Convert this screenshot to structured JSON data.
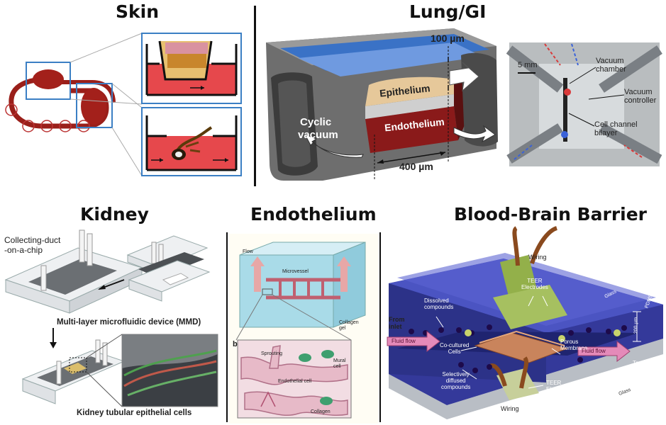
{
  "panels": {
    "skin": {
      "title": "Skin"
    },
    "lung": {
      "title": "Lung/GI",
      "dim_top": "100 µm",
      "dim_bottom": "400 µm",
      "epithelium": "Epithelium",
      "endothelium": "Endothelium",
      "cyclic": "Cyclic",
      "vacuum": "vacuum",
      "scale": "5 mm",
      "vacuum_chamber": "Vacuum\nchamber",
      "vacuum_controller": "Vacuum\ncontroller",
      "cell_channel": "Cell channel\nbilayer"
    },
    "kidney": {
      "title": "Kidney",
      "collecting_duct": "Collecting-duct\n-on-a-chip",
      "mmd": "Multi-layer microfluidic device (MMD)",
      "tubular": "Kidney tubular epithelial cells"
    },
    "endothelium": {
      "title": "Endothelium",
      "flow": "Flow",
      "microvessel": "Microvessel",
      "collagen_gel": "Collagen\ngel",
      "label_b": "b",
      "sprouting": "Sprouting",
      "mural_cell": "Mural\ncell",
      "endothelial_cell": "Endothelial cell",
      "collagen": "Collagen"
    },
    "bbb": {
      "title": "Blood-Brain Barrier",
      "wiring_top": "Wiring",
      "teer_top": "TEER\nElectrodes",
      "dissolved": "Dissolved\ncompounds",
      "glass_top": "Glass",
      "pdms": "PDMS",
      "height": "200 µm",
      "from_inlet": "From\ninlet",
      "fluid_flow_left": "Fluid flow",
      "cocultured": "Co-cultured\nCells",
      "porous": "Porous\nMembrane",
      "fluid_flow_right": "Fluid flow",
      "to_outlet": "To\noutlet",
      "selectively": "Selectively\ndiffused\ncompounds",
      "teer_bottom": "TEER\nElectrodes",
      "wiring_bottom": "Wiring",
      "glass_bottom": "Glass"
    }
  }
}
